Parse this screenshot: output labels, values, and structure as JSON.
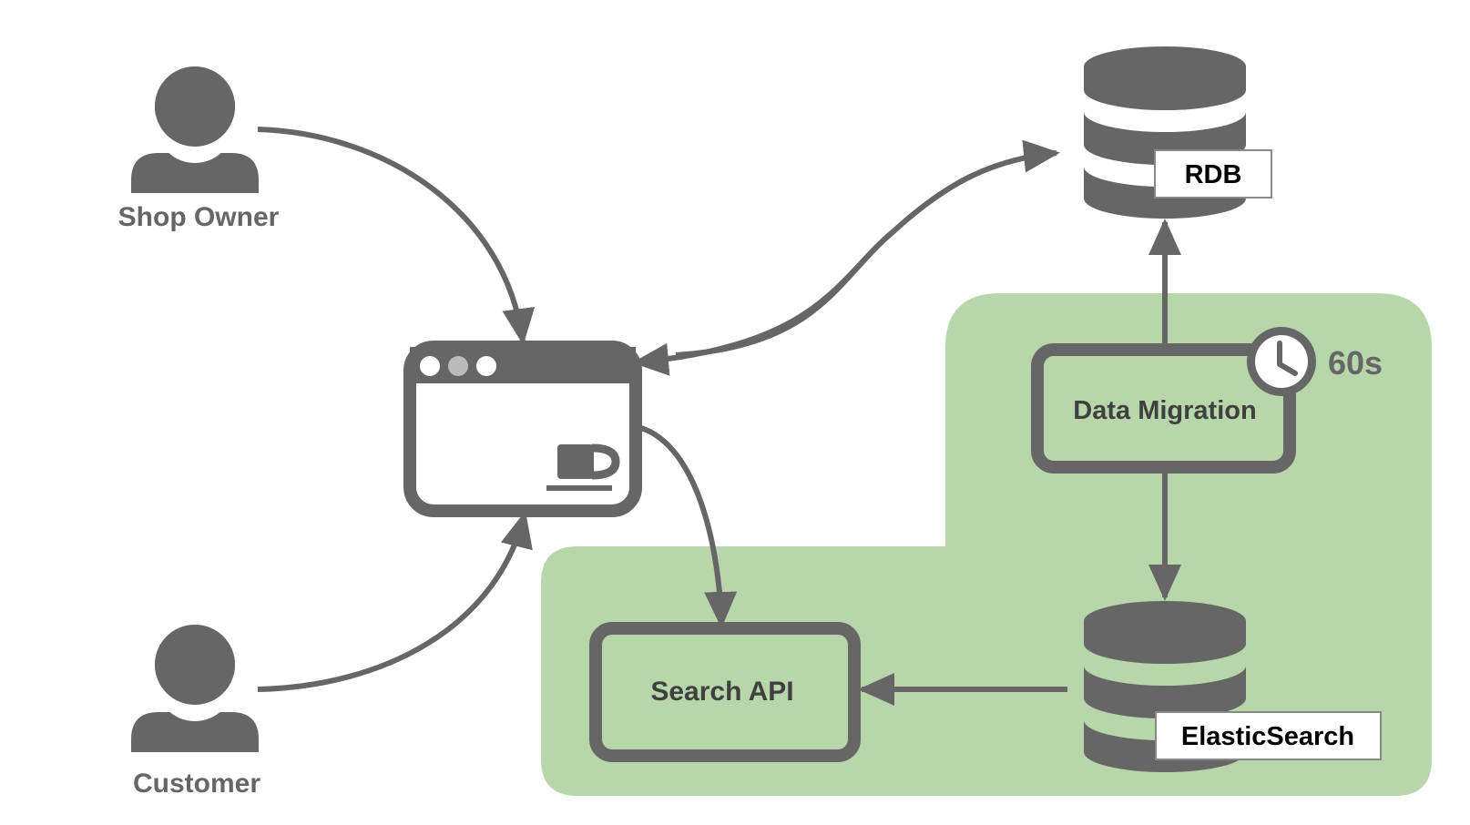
{
  "actors": {
    "shop_owner": {
      "label": "Shop Owner"
    },
    "customer": {
      "label": "Customer"
    }
  },
  "components": {
    "web_app": {
      "icon": "browser-window-coffee-cup-icon"
    },
    "rdb": {
      "label": "RDB",
      "icon": "database-icon"
    },
    "data_migration": {
      "label": "Data Migration",
      "schedule": "60s",
      "schedule_icon": "clock-icon"
    },
    "elasticsearch": {
      "label": "ElasticSearch",
      "icon": "database-icon"
    },
    "search_api": {
      "label": "Search API"
    }
  },
  "colors": {
    "gray": "#666666",
    "green_zone": "#b7d7ab",
    "text_dark": "#404040",
    "white": "#ffffff"
  }
}
